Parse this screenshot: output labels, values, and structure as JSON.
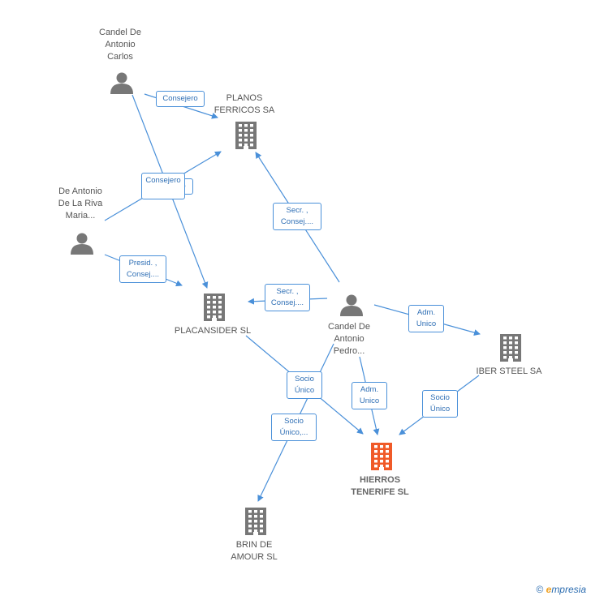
{
  "colors": {
    "edge": "#4a90d9",
    "node": "#777777",
    "focus": "#f05a28"
  },
  "nodes": {
    "candel_carlos": {
      "label": "Candel De Antonio Carlos",
      "lines": [
        "Candel De",
        "Antonio",
        "Carlos"
      ],
      "kind": "person",
      "icon": "person-icon"
    },
    "de_antonio_maria": {
      "label": "De Antonio De La Riva Maria...",
      "lines": [
        "De Antonio",
        "De La Riva",
        "Maria..."
      ],
      "kind": "person",
      "icon": "person-icon"
    },
    "candel_pedro": {
      "label": "Candel De Antonio Pedro...",
      "lines": [
        "Candel De",
        "Antonio",
        "Pedro..."
      ],
      "kind": "person",
      "icon": "person-icon"
    },
    "planos_ferricos": {
      "label": "PLANOS FERRICOS SA",
      "lines": [
        "PLANOS",
        "FERRICOS SA"
      ],
      "kind": "company",
      "icon": "building-icon"
    },
    "placansider": {
      "label": "PLACANSIDER SL",
      "lines": [
        "PLACANSIDER SL"
      ],
      "kind": "company",
      "icon": "building-icon"
    },
    "iber_steel": {
      "label": "IBER STEEL SA",
      "lines": [
        "IBER STEEL SA"
      ],
      "kind": "company",
      "icon": "building-icon"
    },
    "hierros_tenerife": {
      "label": "HIERROS TENERIFE SL",
      "lines": [
        "HIERROS",
        "TENERIFE SL"
      ],
      "kind": "focus-company",
      "icon": "building-icon"
    },
    "brin_de_amour": {
      "label": "BRIN DE AMOUR SL",
      "lines": [
        "BRIN DE",
        "AMOUR SL"
      ],
      "kind": "company",
      "icon": "building-icon"
    }
  },
  "edges": [
    {
      "id": "e1",
      "from": "candel_carlos",
      "to": "planos_ferricos",
      "label": "Consejero",
      "lines": [
        "Consejero"
      ]
    },
    {
      "id": "e2",
      "from": "candel_carlos",
      "to": "placansider",
      "label": "Consejero",
      "lines": [
        "Consejero"
      ]
    },
    {
      "id": "e3",
      "from": "de_antonio_maria",
      "to": "planos_ferricos",
      "label": "Consejero",
      "lines": [
        "Consejero"
      ]
    },
    {
      "id": "e4",
      "from": "de_antonio_maria",
      "to": "placansider",
      "label": "Presid. , Consej....",
      "lines": [
        "Presid. ,",
        "Consej...."
      ]
    },
    {
      "id": "e5",
      "from": "candel_pedro",
      "to": "planos_ferricos",
      "label": "Secr. , Consej....",
      "lines": [
        "Secr. ,",
        "Consej...."
      ]
    },
    {
      "id": "e6",
      "from": "candel_pedro",
      "to": "placansider",
      "label": "Secr. , Consej....",
      "lines": [
        "Secr. ,",
        "Consej...."
      ]
    },
    {
      "id": "e7",
      "from": "candel_pedro",
      "to": "iber_steel",
      "label": "Adm. Unico",
      "lines": [
        "Adm.",
        "Unico"
      ]
    },
    {
      "id": "e8",
      "from": "candel_pedro",
      "to": "hierros_tenerife",
      "label": "Adm. Unico",
      "lines": [
        "Adm.",
        "Unico"
      ]
    },
    {
      "id": "e9",
      "from": "candel_pedro",
      "to": "brin_de_amour",
      "label": "Socio Único,...",
      "lines": [
        "Socio",
        "Único,..."
      ]
    },
    {
      "id": "e10",
      "from": "placansider",
      "to": "hierros_tenerife",
      "label": "Socio Único",
      "lines": [
        "Socio",
        "Único"
      ]
    },
    {
      "id": "e11",
      "from": "iber_steel",
      "to": "hierros_tenerife",
      "label": "Socio Único",
      "lines": [
        "Socio",
        "Único"
      ]
    }
  ],
  "footer": {
    "copyright": "©",
    "brand_initial": "e",
    "brand_rest": "mpresia"
  }
}
